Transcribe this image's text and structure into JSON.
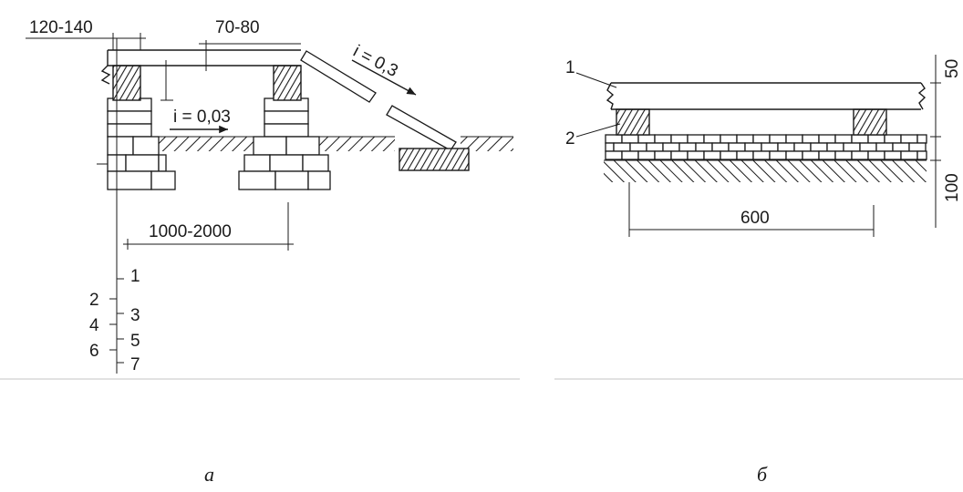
{
  "figure_a": {
    "dim_wall": "120-140",
    "dim_gap": "70-80",
    "slope_floor": "i = 0,03",
    "slope_ramp": "i = 0,3",
    "dim_span": "1000-2000",
    "layers": [
      "1",
      "2",
      "3",
      "4",
      "5",
      "6",
      "7"
    ],
    "caption": "a"
  },
  "figure_b": {
    "callout_1": "1",
    "callout_2": "2",
    "dim_top": "50",
    "dim_bottom": "100",
    "dim_span": "600",
    "caption": "б"
  }
}
